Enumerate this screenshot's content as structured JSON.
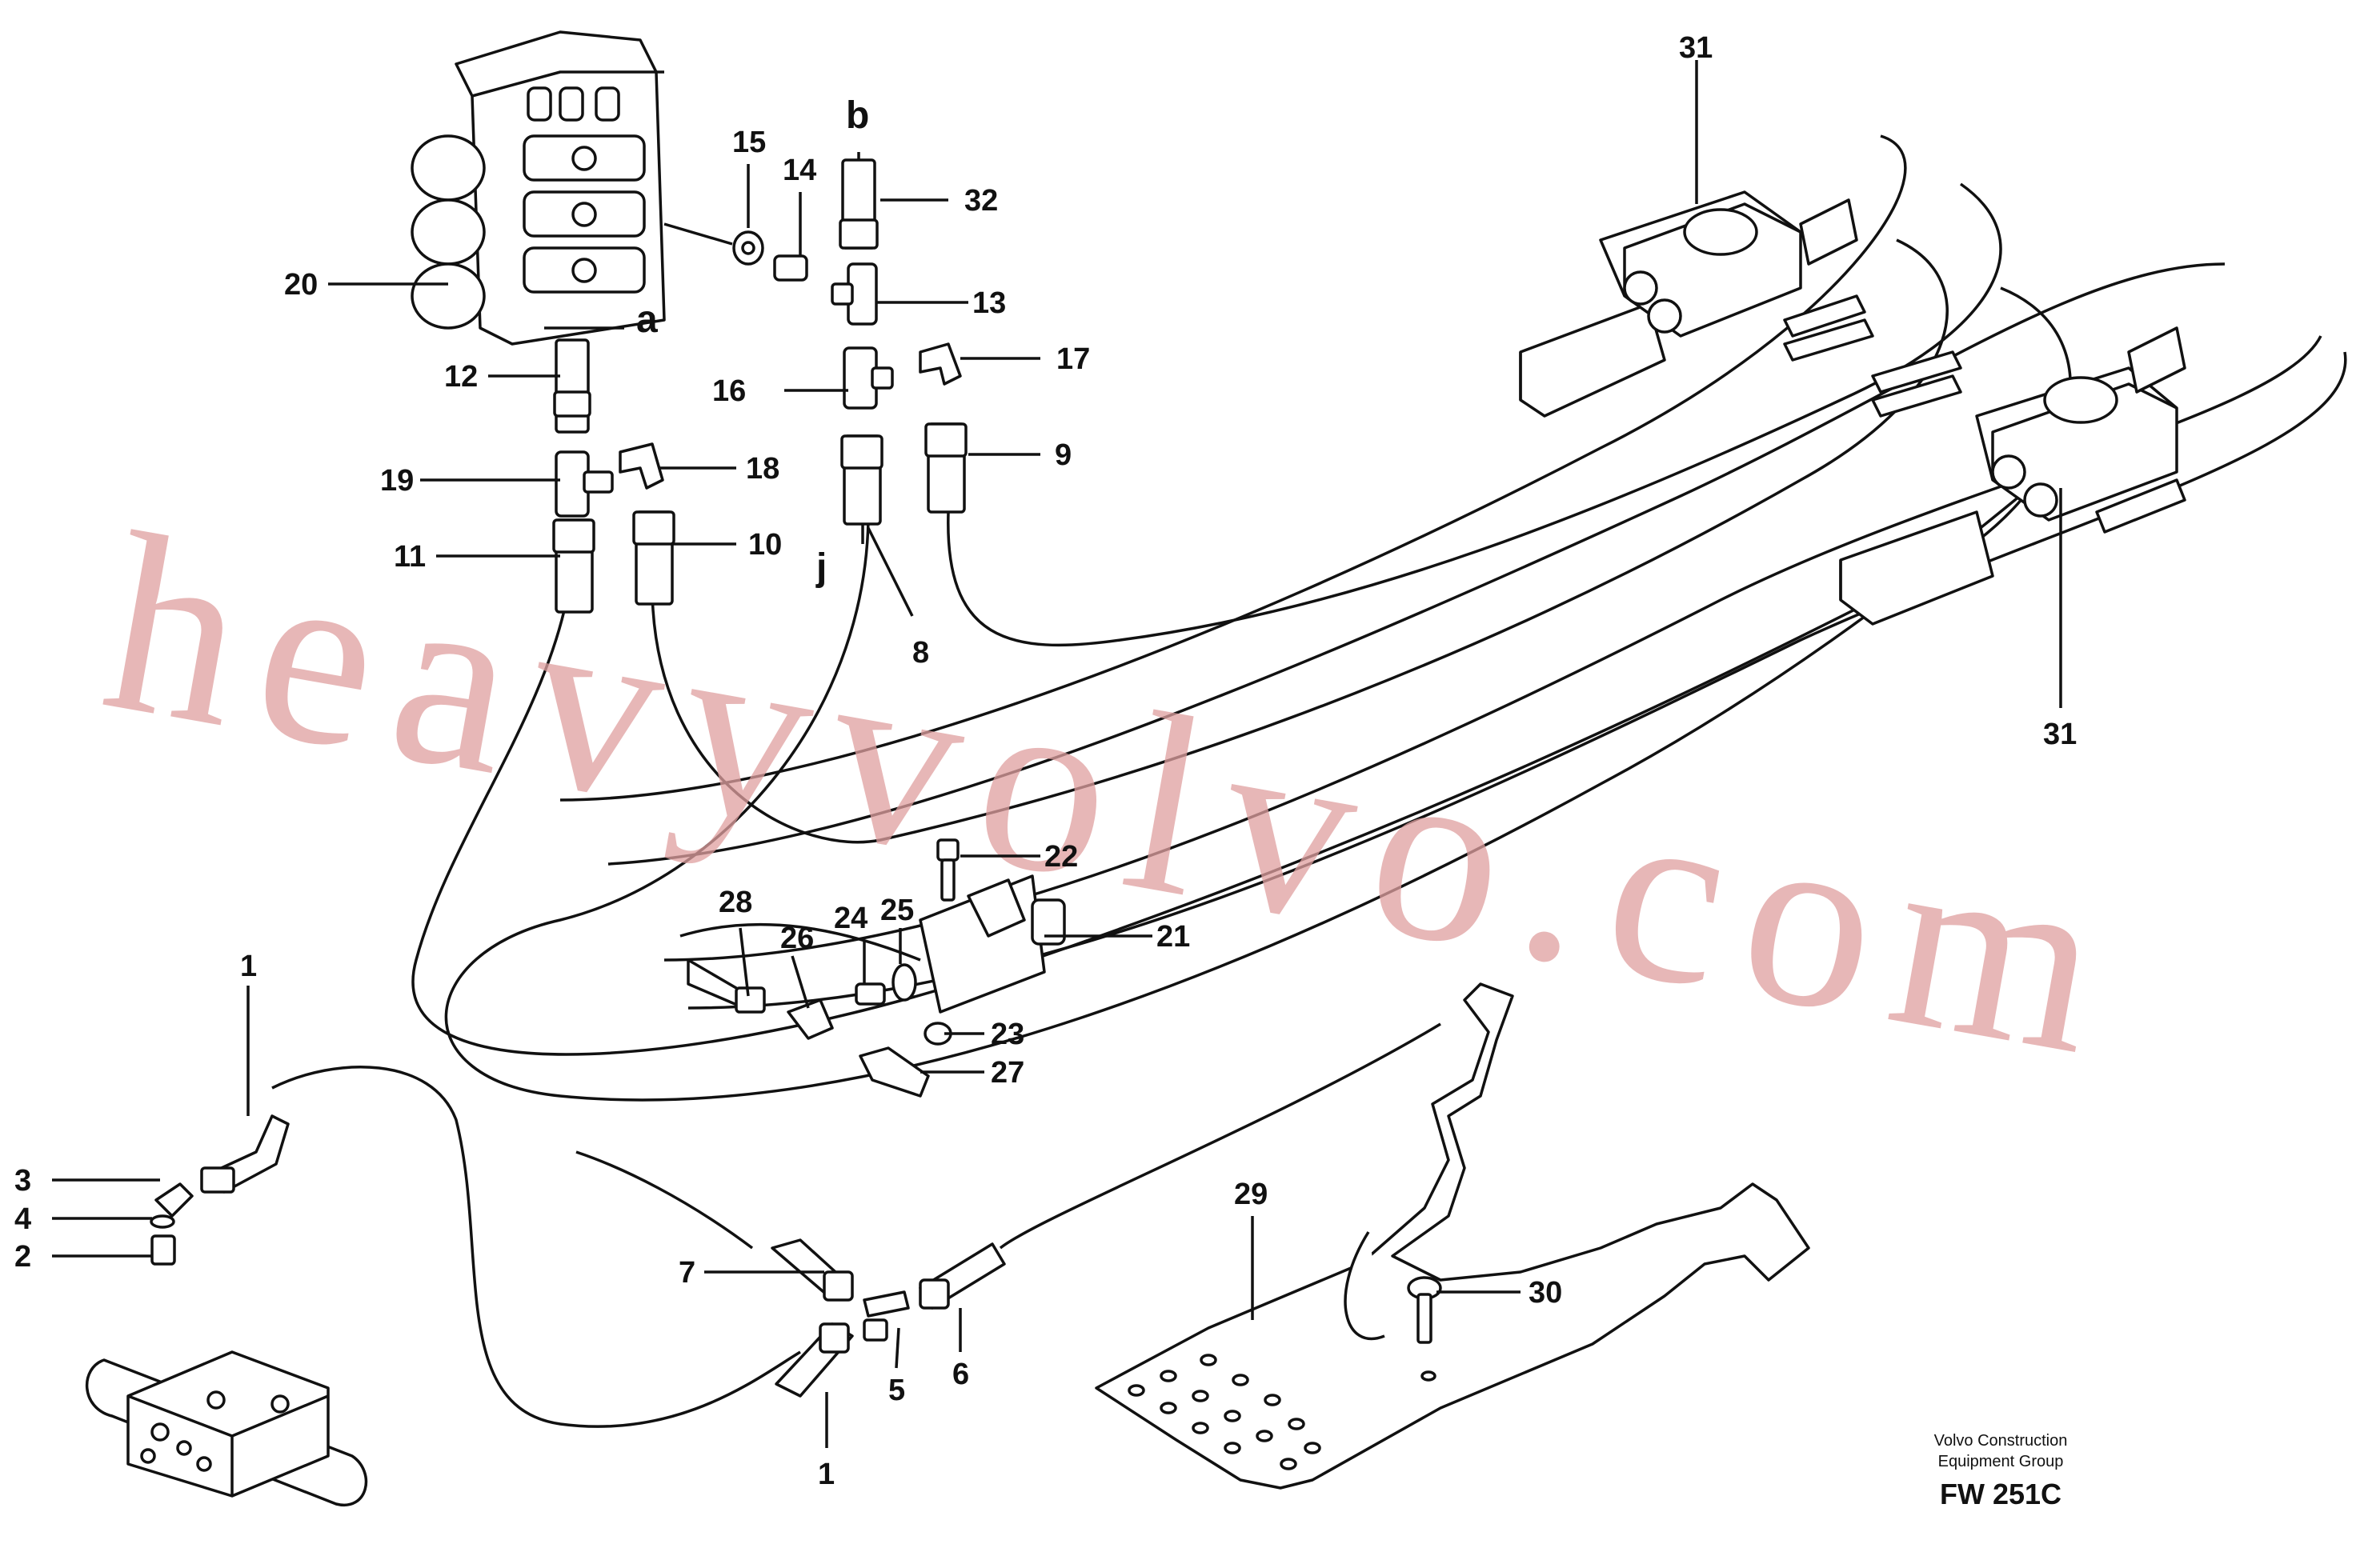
{
  "watermark": "heavyvolvo.com",
  "footer": {
    "publisher_line1": "Volvo Construction",
    "publisher_line2": "Equipment Group",
    "figure_code": "FW 251C"
  },
  "callouts": {
    "n1_top": "1",
    "n1_bottom": "1",
    "n2": "2",
    "n3": "3",
    "n4": "4",
    "n5": "5",
    "n6": "6",
    "n7": "7",
    "n8": "8",
    "n9": "9",
    "n10": "10",
    "n11": "11",
    "n12": "12",
    "n13": "13",
    "n14": "14",
    "n15": "15",
    "n16": "16",
    "n17": "17",
    "n18": "18",
    "n19": "19",
    "n20": "20",
    "n21": "21",
    "n22": "22",
    "n23": "23",
    "n24": "24",
    "n25": "25",
    "n26": "26",
    "n27": "27",
    "n28": "28",
    "n29": "29",
    "n30": "30",
    "n31_top": "31",
    "n31_bottom": "31",
    "n32": "32",
    "a": "a",
    "b": "b",
    "j": "j"
  }
}
